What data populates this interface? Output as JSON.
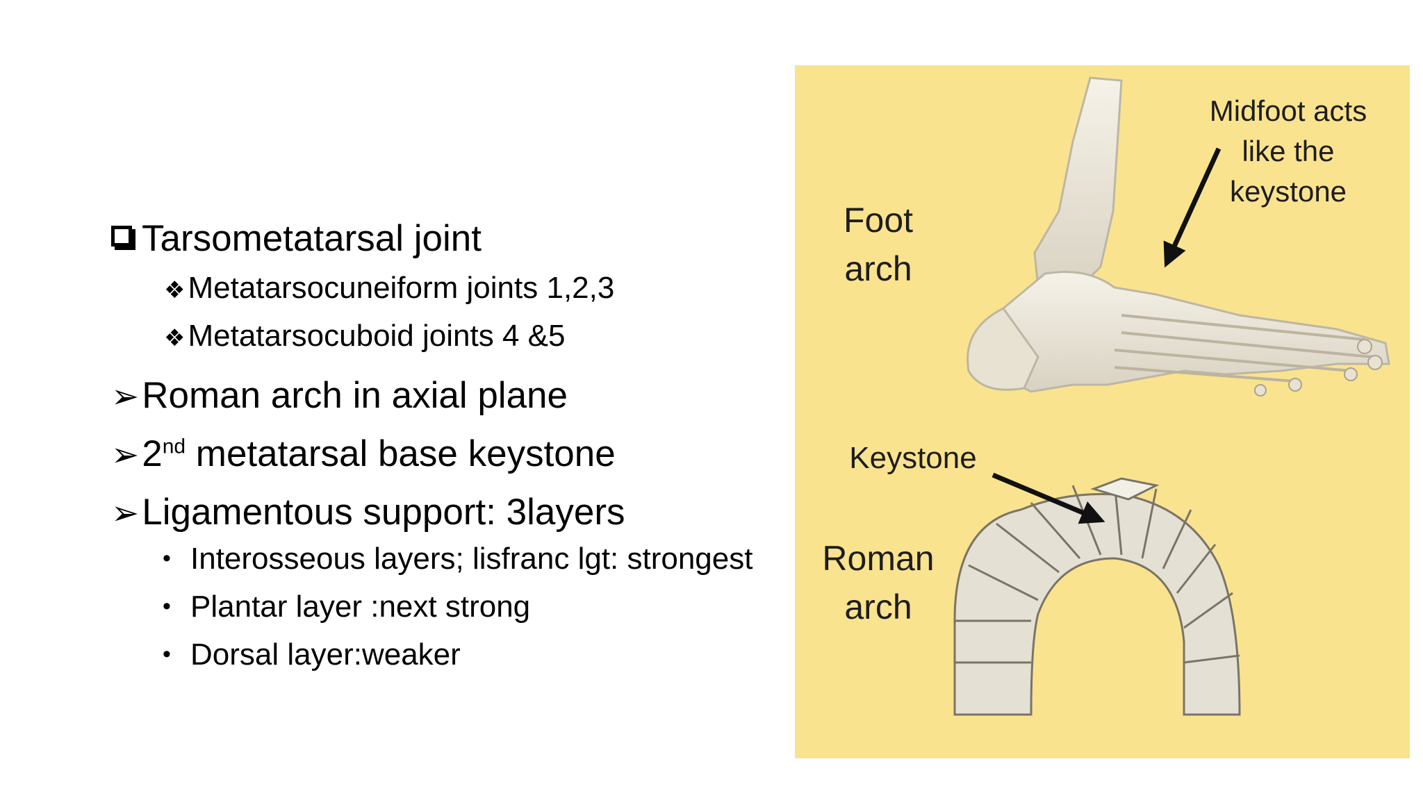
{
  "bullets": {
    "heading1": "Tarsometatarsal joint",
    "sub1": "Metatarsocuneiform joints 1,2,3",
    "sub2": "Metatarsocuboid joints 4 &5",
    "point1": "Roman arch in axial plane",
    "point2_num": "2",
    "point2_sup": "nd",
    "point2_rest": " metatarsal base keystone",
    "point3": "Ligamentous support: 3layers",
    "layers": [
      "Interosseous layers; lisfranc lgt: strongest",
      "Plantar layer :next strong",
      "Dorsal layer:weaker"
    ]
  },
  "figure": {
    "foot_arch_line1": "Foot",
    "foot_arch_line2": "arch",
    "midfoot_line1": "Midfoot acts",
    "midfoot_line2": "like the",
    "midfoot_line3": "keystone",
    "keystone_label": "Keystone",
    "roman_arch_line1": "Roman",
    "roman_arch_line2": "arch",
    "background_color": "#fae38e"
  }
}
